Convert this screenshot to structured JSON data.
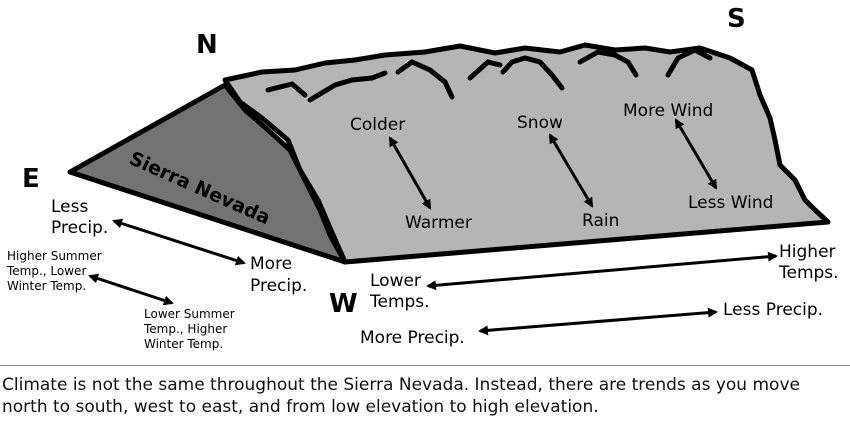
{
  "directions": {
    "north": "N",
    "south": "S",
    "east": "E",
    "west": "W"
  },
  "mountain_label": "Sierra Nevada",
  "trends_on_slope": [
    {
      "top": "Colder",
      "bottom": "Warmer"
    },
    {
      "top": "Snow",
      "bottom": "Rain"
    },
    {
      "top": "More Wind",
      "bottom": "Less Wind"
    }
  ],
  "east_side": {
    "precip_top": [
      "Less",
      "Precip."
    ],
    "precip_bottom": [
      "More",
      "Precip."
    ],
    "temp_top": [
      "Higher Summer",
      "Temp., Lower",
      "Winter Temp."
    ],
    "temp_bottom": [
      "Lower Summer",
      "Temp., Higher",
      "Winter Temp."
    ]
  },
  "west_side": {
    "temp_left": [
      "Lower",
      "Temps."
    ],
    "temp_right": [
      "Higher",
      "Temps."
    ],
    "precip_left": "More Precip.",
    "precip_right": "Less Precip."
  },
  "caption": "Climate is not the same throughout the Sierra Nevada. Instead, there are trends as you move north to south, west to east, and from low elevation to high elevation.",
  "colors": {
    "slope_light": "#b5b5b5",
    "slope_dark": "#737373",
    "outline": "#000000"
  }
}
